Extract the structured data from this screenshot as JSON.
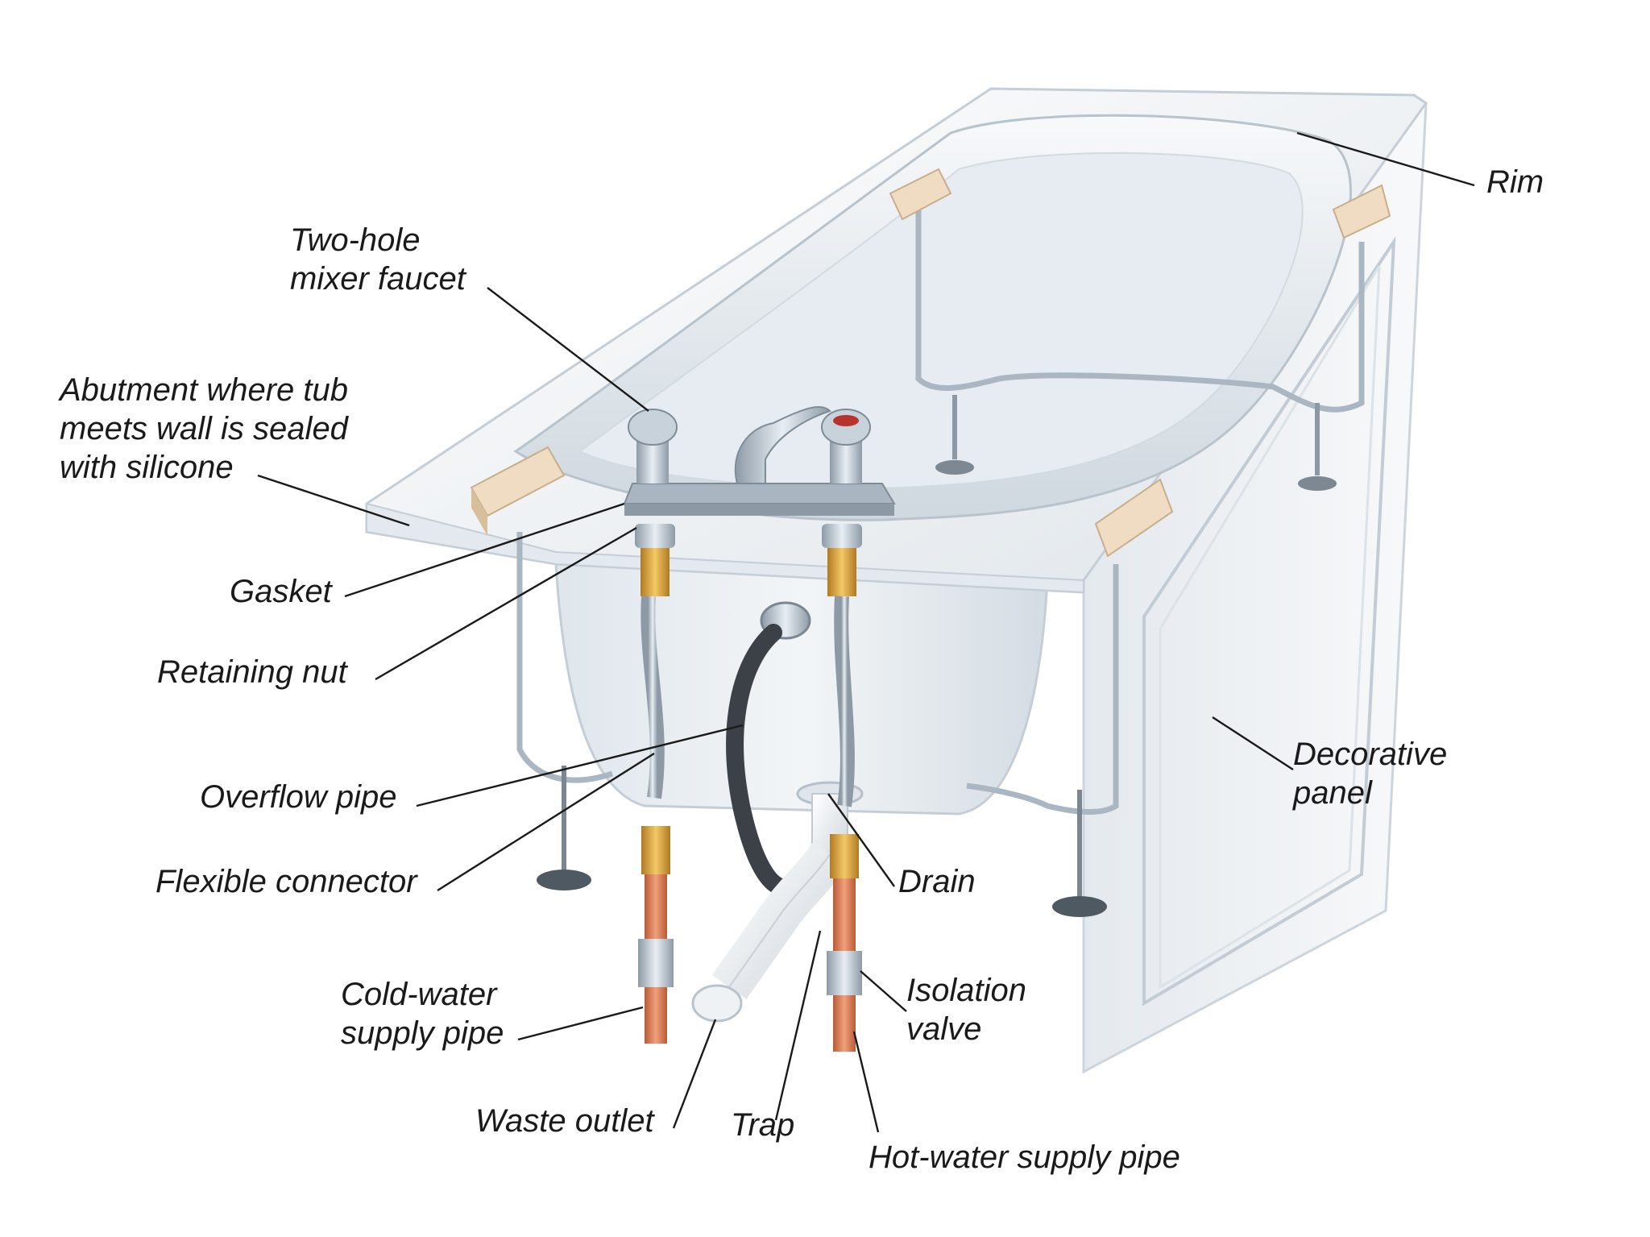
{
  "labels": {
    "rim": "Rim",
    "two_hole_mixer_faucet": "Two-hole\nmixer faucet",
    "abutment": "Abutment where tub\nmeets wall is sealed\nwith silicone",
    "gasket": "Gasket",
    "retaining_nut": "Retaining nut",
    "overflow_pipe": "Overflow pipe",
    "flexible_connector": "Flexible connector",
    "cold_water_supply_pipe": "Cold-water\nsupply pipe",
    "waste_outlet": "Waste outlet",
    "trap": "Trap",
    "hot_water_supply_pipe": "Hot-water supply pipe",
    "isolation_valve": "Isolation\nvalve",
    "drain": "Drain",
    "decorative_panel": "Decorative\npanel"
  },
  "colors": {
    "tub": "#eef1f4",
    "tub_shadow": "#c9d2da",
    "wood": "#e9d7bd",
    "copper": "#d98058",
    "brass": "#d8a03e",
    "chrome": "#b7c3cf",
    "drain_pvc": "#f4f6f8",
    "overflow_hose": "#3b4147"
  }
}
